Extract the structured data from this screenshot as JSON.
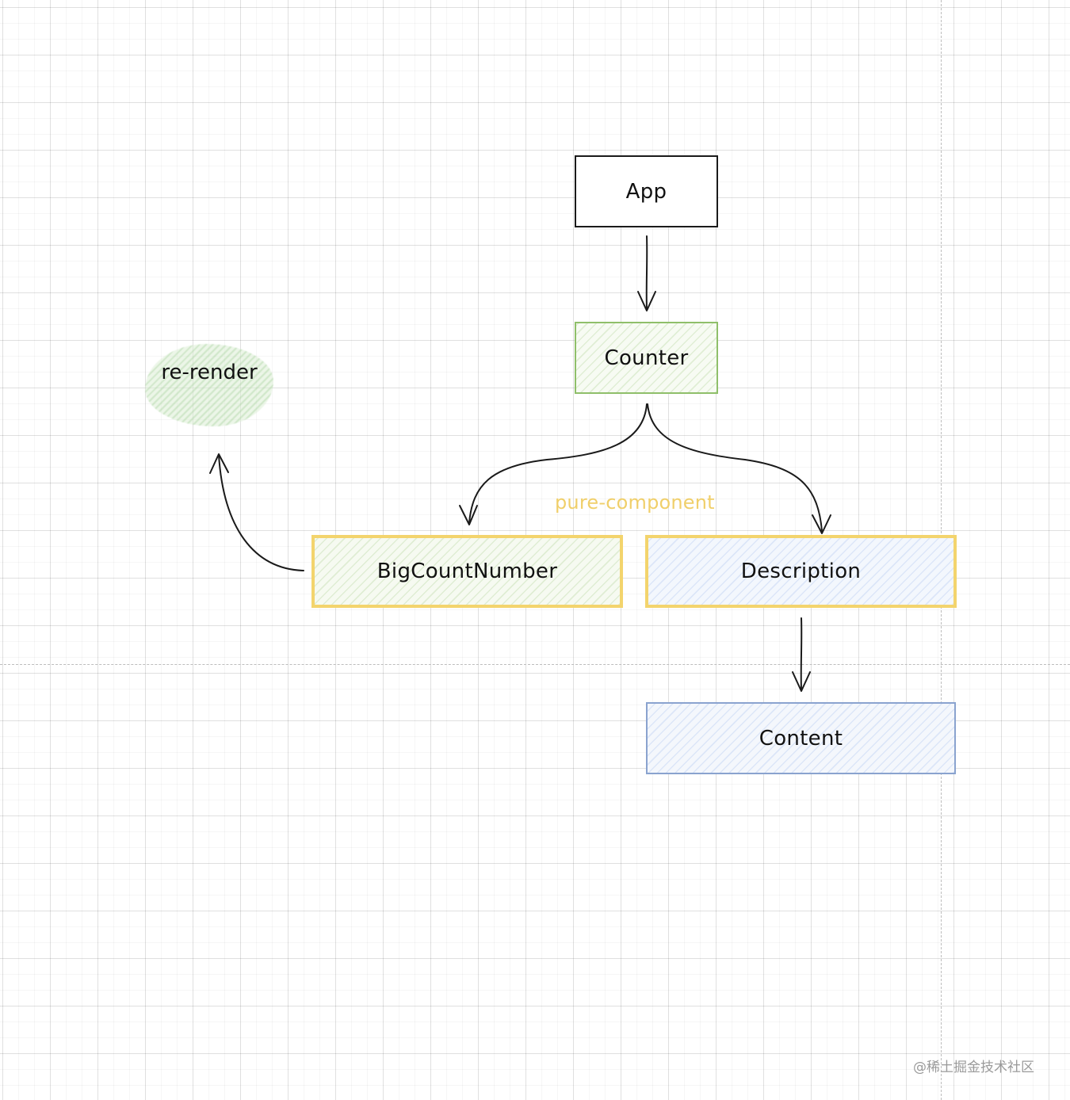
{
  "diagram": {
    "nodes": {
      "app": "App",
      "counter": "Counter",
      "big_count_number": "BigCountNumber",
      "description": "Description",
      "content": "Content"
    },
    "annotations": {
      "re_render": "re-render",
      "pure_component": "pure-component"
    },
    "edges": [
      {
        "from": "App",
        "to": "Counter"
      },
      {
        "from": "Counter",
        "to": "BigCountNumber"
      },
      {
        "from": "Counter",
        "to": "Description"
      },
      {
        "from": "Description",
        "to": "Content"
      },
      {
        "from": "BigCountNumber",
        "to": "re-render"
      }
    ],
    "colors": {
      "counter_stroke": "#8fbf6a",
      "pure_component_stroke": "#f3d46d",
      "content_stroke": "#8aa3cf",
      "re_render_fill": "#dceed6"
    }
  },
  "watermark": "@稀土掘金技术社区"
}
